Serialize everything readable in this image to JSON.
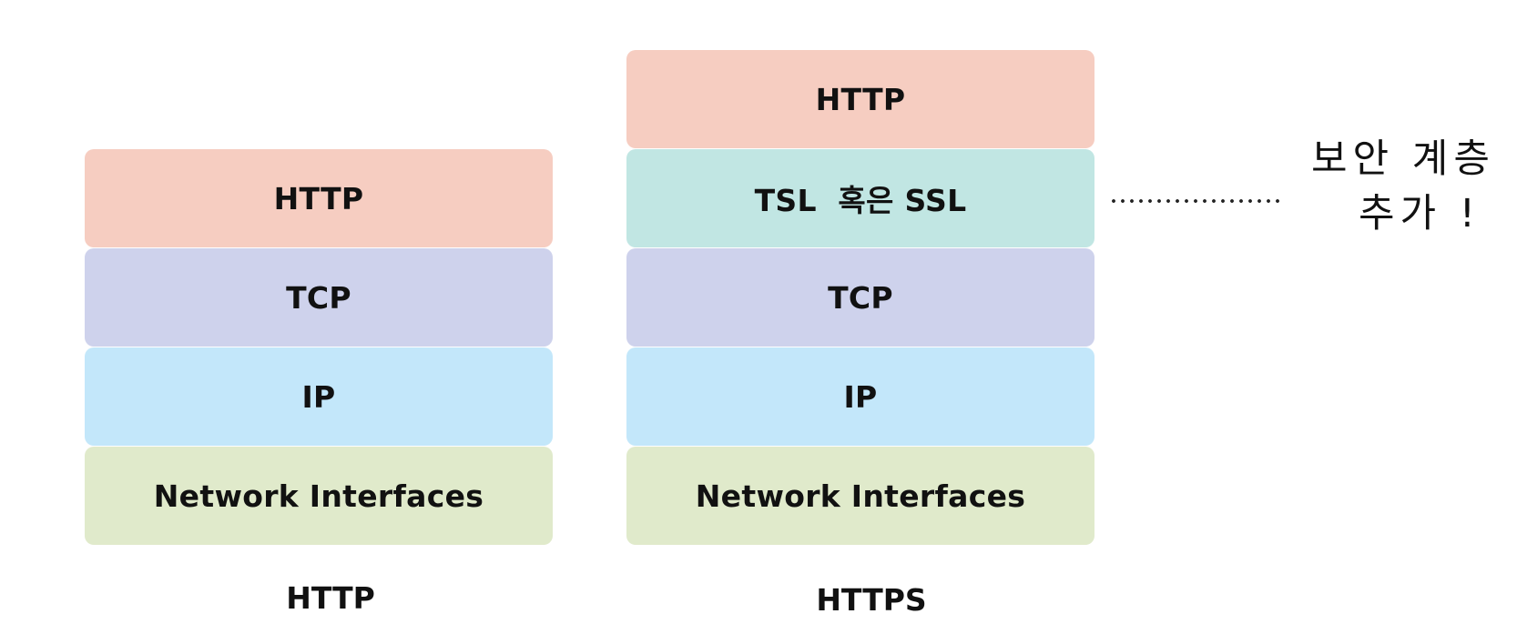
{
  "diagram": {
    "stacks": [
      {
        "caption": "HTTP",
        "layers": [
          {
            "label": "HTTP",
            "color": "#F6CDC1"
          },
          {
            "label": "TCP",
            "color": "#CED2EC"
          },
          {
            "label": "IP",
            "color": "#C3E7FA"
          },
          {
            "label": "Network Interfaces",
            "color": "#E0EACB"
          }
        ]
      },
      {
        "caption": "HTTPS",
        "layers": [
          {
            "label": "HTTP",
            "color": "#F6CDC1"
          },
          {
            "label": "TSL  혹은 SSL",
            "color": "#C1E6E3"
          },
          {
            "label": "TCP",
            "color": "#CED2EC"
          },
          {
            "label": "IP",
            "color": "#C3E7FA"
          },
          {
            "label": "Network Interfaces",
            "color": "#E0EACB"
          }
        ]
      }
    ],
    "annotation": {
      "line1": "보안 계층",
      "line2": "추가 !"
    }
  }
}
